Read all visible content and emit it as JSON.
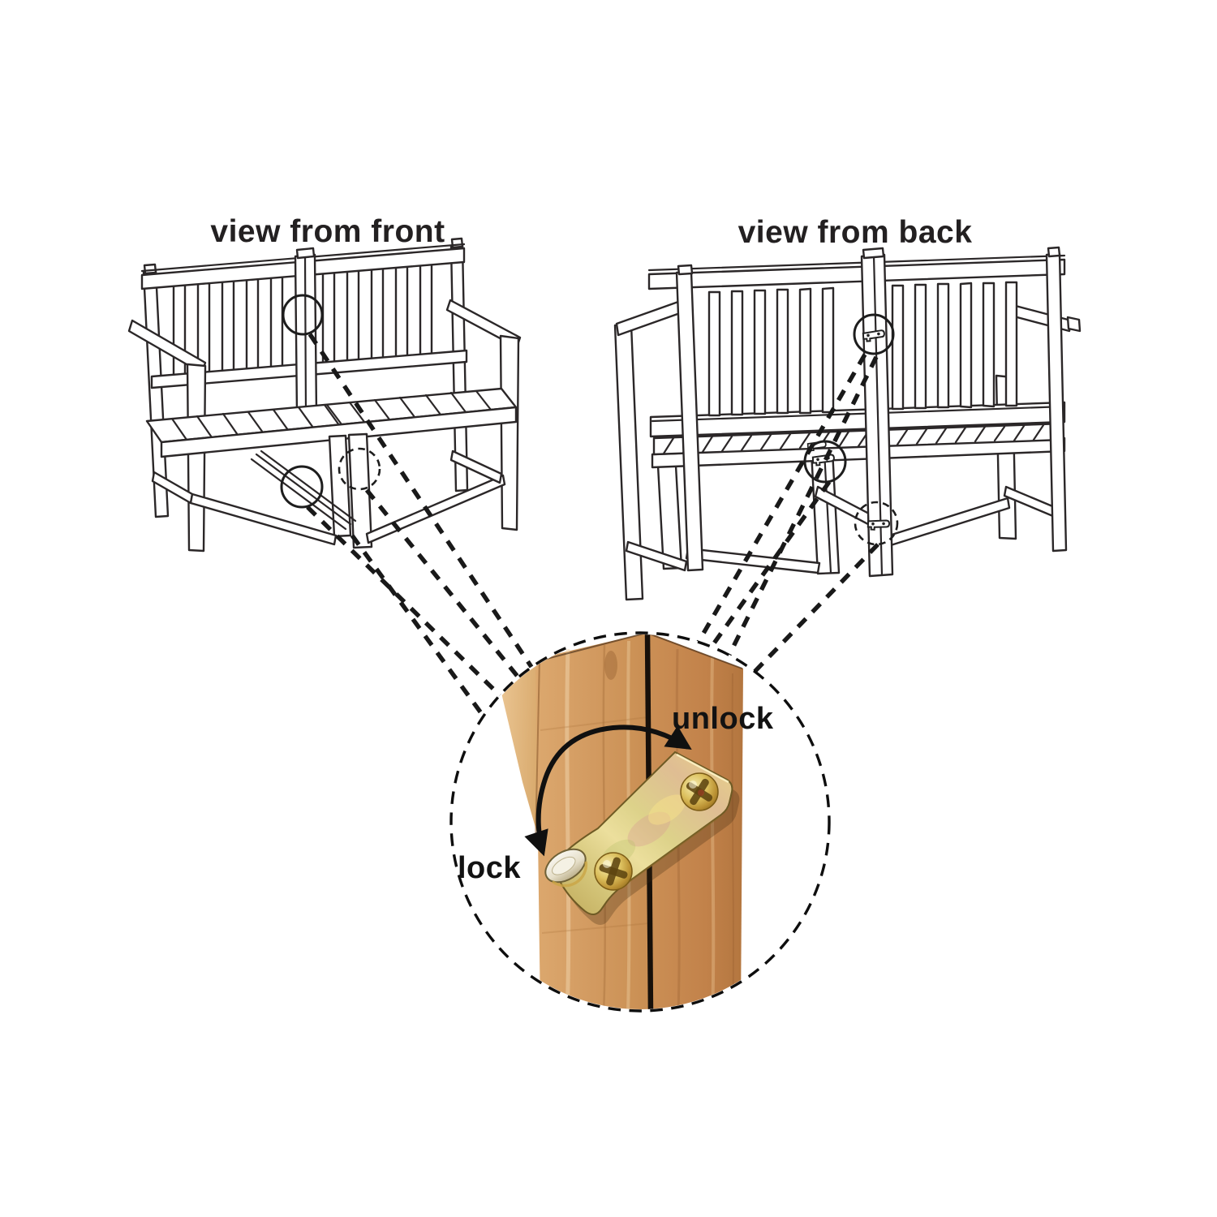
{
  "page": {
    "background": "#ffffff"
  },
  "front_view": {
    "title": "view from front"
  },
  "back_view": {
    "title": "view from back"
  },
  "detail_view": {
    "unlock_label": "unlock",
    "lock_label": "lock"
  },
  "colors": {
    "line_art": "#2b2728",
    "leader_dash": "#191919",
    "wood_light": "#e5c08c",
    "wood_mid": "#d29a60",
    "wood_dark": "#c08148",
    "wood_seam": "#17100a",
    "latch_brass": "#dcc679",
    "latch_pink": "#d8a795",
    "latch_green": "#c8c27b",
    "screw_gold": "#d2ac45",
    "label_text": "#121212"
  },
  "icons": {
    "rotation_arrow": "curved double-headed arrow between lock and unlock positions",
    "latch": "metal swing latch plate with two screws and catch pin",
    "callout_circle": "magnifier callout circle"
  }
}
